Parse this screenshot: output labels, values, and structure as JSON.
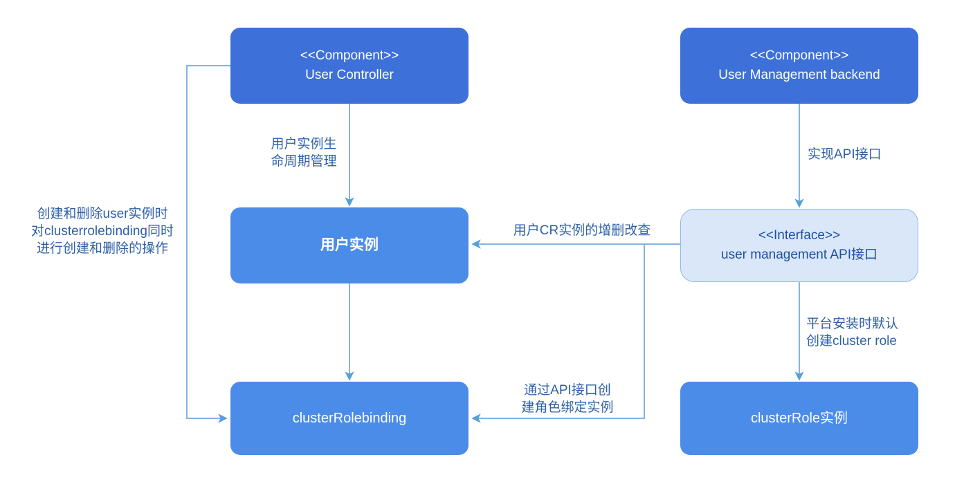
{
  "diagram": {
    "nodes": {
      "user_controller": {
        "stereotype": "<<Component>>",
        "name": "User Controller"
      },
      "user_mgmt_backend": {
        "stereotype": "<<Component>>",
        "name": "User Management backend"
      },
      "user_instance": {
        "name": "用户实例"
      },
      "api_interface": {
        "stereotype": "<<Interface>>",
        "name": "user management API接口"
      },
      "cluster_rolebinding": {
        "name": "clusterRolebinding"
      },
      "cluster_role_instance": {
        "name": "clusterRole实例"
      }
    },
    "edge_labels": {
      "lifecycle": "用户实例生\n命周期管理",
      "implement_api": "实现API接口",
      "crud": "用户CR实例的增删改查",
      "create_binding": "通过API接口创\n建角色绑定实例",
      "default_cluster_role": "平台安装时默认\n创建cluster role",
      "left_note": "创建和删除user实例时\n对clusterrolebinding同时\n进行创建和删除的操作"
    },
    "colors": {
      "background": "#FFFFFF",
      "component_fill": "#3D70D8",
      "instance_fill": "#4B8CE8",
      "interface_fill": "#D9E7F9",
      "interface_border": "#8FB8E6",
      "interface_text": "#1D4FA0",
      "node_text": "#FFFFFF",
      "line": "#74ABDF",
      "arrowhead": "#56A0D8",
      "label_text": "#2E5FA7"
    }
  }
}
